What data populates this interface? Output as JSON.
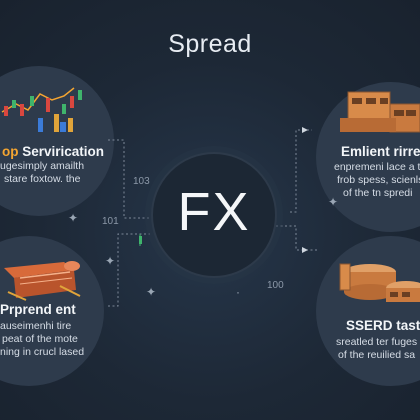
{
  "title": "Spread",
  "center": {
    "label": "FX"
  },
  "nodes": {
    "top_left": {
      "heading_accent": "op",
      "heading": " Servirication",
      "lines": [
        "ugesimply amailth",
        "stare foxtow. the"
      ]
    },
    "top_right": {
      "heading": "Emlient rirre l",
      "lines": [
        "enpremeni lace a t",
        "frob spess, scienls",
        "of the tn spredi"
      ]
    },
    "bottom_left": {
      "heading": "Prprend ent",
      "lines": [
        "auseimenhi tire",
        "peat of the mote",
        "ning in crucl lased"
      ]
    },
    "bottom_right": {
      "heading": "SSERD tast",
      "lines": [
        "sreatled ter fuges",
        "of the reuilied sa"
      ]
    }
  },
  "numbers": [
    "103",
    "101",
    "100"
  ],
  "colors": {
    "background": "#1d2836",
    "bubble": "#2e3b4c",
    "accent_orange": "#f4a531",
    "candle_green": "#3fb46c",
    "candle_red": "#d9473f",
    "connector": "#7d8898"
  }
}
